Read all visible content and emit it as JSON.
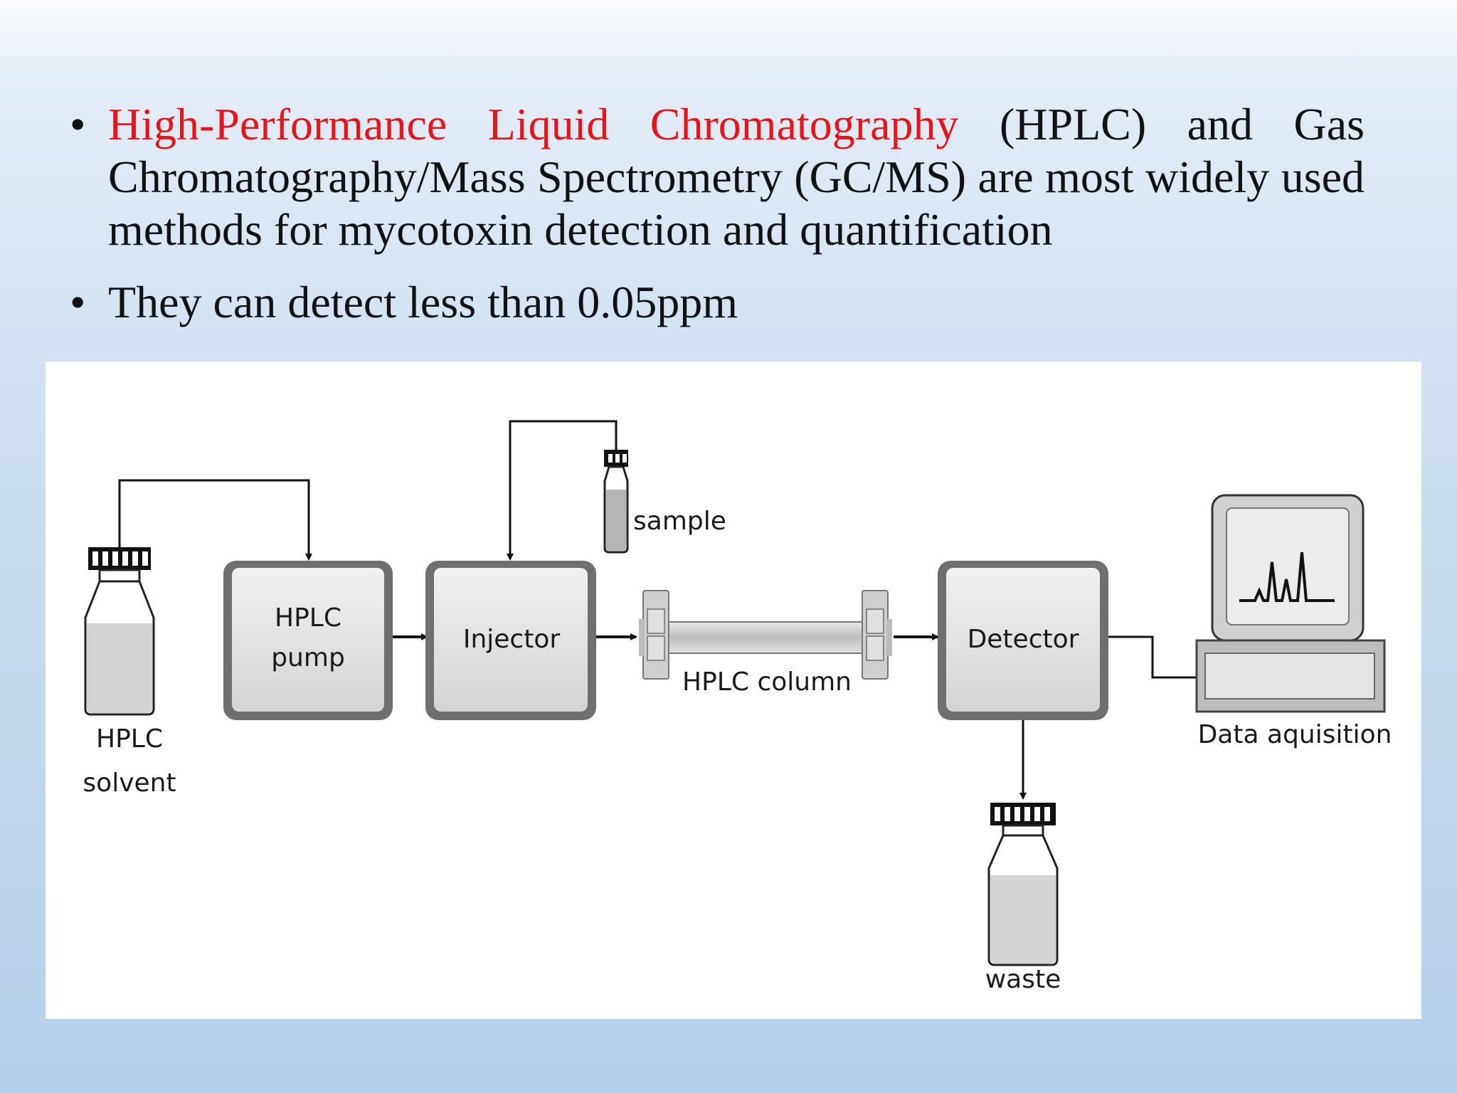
{
  "bullets": [
    {
      "highlight": "High-Performance Liquid Chromatography",
      "text": " (HPLC) and Gas Chromatography/Mass Spectrometry (GC/MS) are most widely used methods for mycotoxin detection and quantification"
    },
    {
      "text": "They can detect less than 0.05ppm"
    }
  ],
  "bullet_symbol": "•",
  "colors": {
    "highlight": "#e8141b",
    "text": "#111111",
    "figure_background": "#ffffff"
  },
  "diagram": {
    "labels": {
      "solvent_line1": "HPLC",
      "solvent_line2": "solvent",
      "pump_line1": "HPLC",
      "pump_line2": "pump",
      "injector": "Injector",
      "sample": "sample",
      "column": "HPLC column",
      "detector": "Detector",
      "waste": "waste",
      "data": "Data aquisition"
    }
  }
}
